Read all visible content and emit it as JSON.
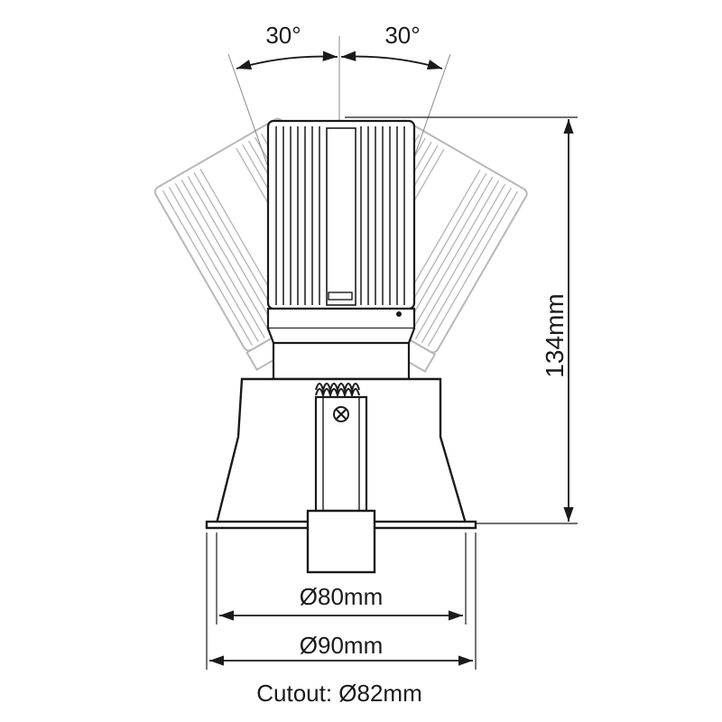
{
  "diagram": {
    "tilt_left_label": "30°",
    "tilt_right_label": "30°",
    "height_label": "134mm",
    "inner_diameter_label": "Ø80mm",
    "outer_diameter_label": "Ø90mm",
    "cutout_label": "Cutout: Ø82mm"
  },
  "colors": {
    "line": "#1a1a1a",
    "ghost": "#b8b8b8"
  }
}
